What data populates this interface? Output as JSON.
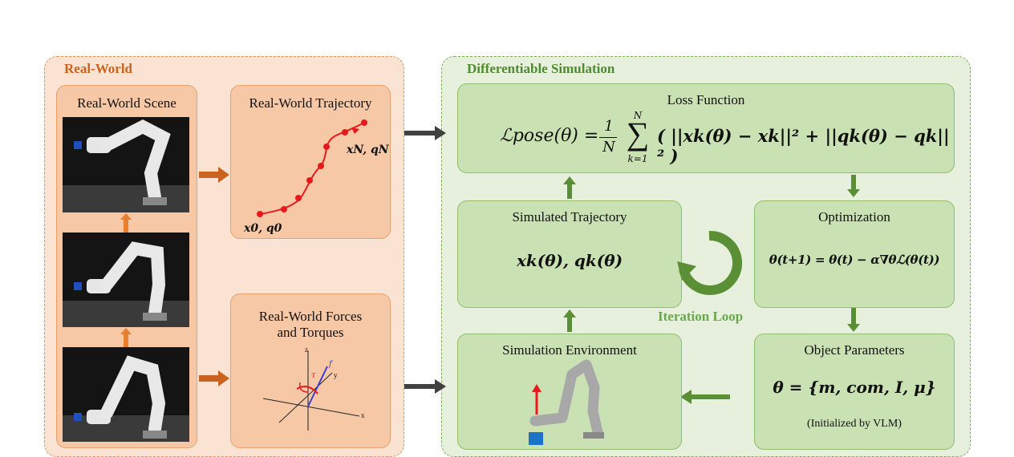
{
  "panels": {
    "real_world_title": "Real-World",
    "diff_sim_title": "Differentiable Simulation"
  },
  "real_world": {
    "scene_title": "Real-World Scene",
    "trajectory_title": "Real-World Trajectory",
    "trajectory_start_label": "x0, q0",
    "trajectory_end_label": "xN, qN",
    "forces_title_line1": "Real-World Forces",
    "forces_title_line2": "and Torques",
    "axis_z": "z",
    "axis_y": "y",
    "axis_x": "x",
    "force_label": "f",
    "torque_label": "τ"
  },
  "sim": {
    "loss_title": "Loss Function",
    "loss_lhs": "ℒpose(θ) =",
    "loss_frac_num": "1",
    "loss_frac_den": "N",
    "loss_sum_top": "N",
    "loss_sum_bottom": "k=1",
    "loss_body": "( ||xk(θ) − xk||² + ||qk(θ) − qk||² )",
    "sim_traj_title": "Simulated Trajectory",
    "sim_traj_formula": "xk(θ), qk(θ)",
    "optimization_title": "Optimization",
    "optimization_formula": "θ(t+1) = θ(t) − α∇θℒ(θ(t))",
    "iteration_label": "Iteration Loop",
    "sim_env_title": "Simulation Environment",
    "object_params_title": "Object Parameters",
    "object_params_formula": "θ = {m, com, I, μ}",
    "object_params_note": "(Initialized by VLM)"
  },
  "colors": {
    "orange_arrow": "#c9631f",
    "green_arrow": "#5b8f36",
    "dark_arrow": "#404040",
    "trajectory_red": "#e8191c"
  }
}
